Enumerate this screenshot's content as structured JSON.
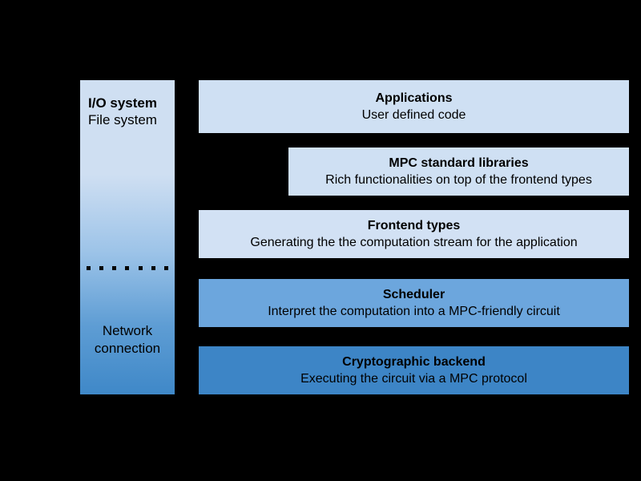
{
  "diagram": {
    "background_color": "#000000",
    "side_column": {
      "name": "io-network-column",
      "gradient_top_color": "#cfdff2",
      "gradient_bottom_color": "#3f88c8",
      "top_label_line1": "I/O system",
      "top_label_line2": "File system",
      "divider": {
        "style": "dotted",
        "dot_count": 7,
        "dot_color": "#000000"
      },
      "bottom_label_line1": "Network",
      "bottom_label_line2": "connection"
    },
    "layers": [
      {
        "id": "applications",
        "title": "Applications",
        "subtitle": "User defined code",
        "color": "#cfe0f3"
      },
      {
        "id": "mpc-standard-libraries",
        "title": "MPC standard libraries",
        "subtitle": "Rich functionalities on top of the frontend types",
        "color": "#cfe0f3"
      },
      {
        "id": "frontend-types",
        "title": "Frontend types",
        "subtitle": "Generating the the computation stream for the application",
        "color": "#d2e1f4"
      },
      {
        "id": "scheduler",
        "title": "Scheduler",
        "subtitle": "Interpret the computation into a MPC-friendly circuit",
        "color": "#6ca6dd"
      },
      {
        "id": "cryptographic-backend",
        "title": "Cryptographic backend",
        "subtitle": "Executing the circuit via a MPC protocol",
        "color": "#3d85c6"
      }
    ]
  }
}
